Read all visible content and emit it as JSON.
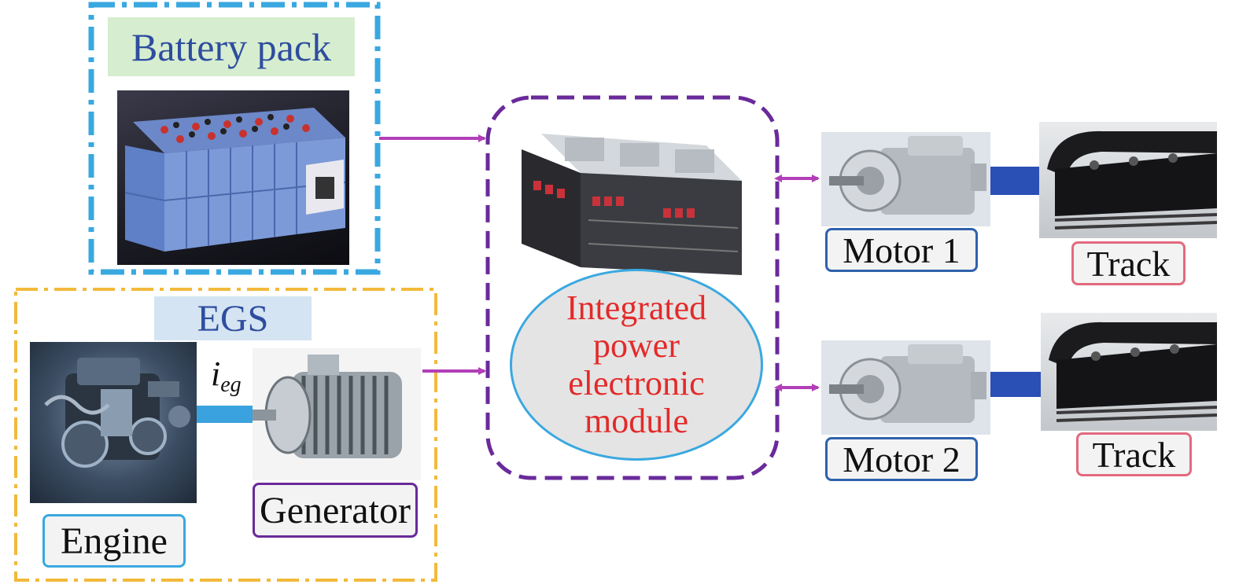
{
  "battery": {
    "title": "Battery pack"
  },
  "egs": {
    "title": "EGS",
    "engine_label": "Engine",
    "generator_label": "Generator",
    "shaft_symbol": "i",
    "shaft_subscript": "eg"
  },
  "module": {
    "line1": "Integrated",
    "line2": "power",
    "line3": "electronic",
    "line4": "module"
  },
  "motors": [
    {
      "label": "Motor 1",
      "track_label": "Track"
    },
    {
      "label": "Motor 2",
      "track_label": "Track"
    }
  ],
  "colors": {
    "battery_frame": "#3aa8e0",
    "egs_frame": "#f2b93b",
    "module_frame": "#6a2a9a",
    "arrow": "#b23fb8",
    "title_text": "#2e4d9e",
    "module_text": "#e32a2a",
    "motor_label_border": "#2f62ad",
    "track_label_border": "#e26a7e",
    "shaft_light": "#3aa2de",
    "shaft_dark": "#2a4fb5"
  }
}
